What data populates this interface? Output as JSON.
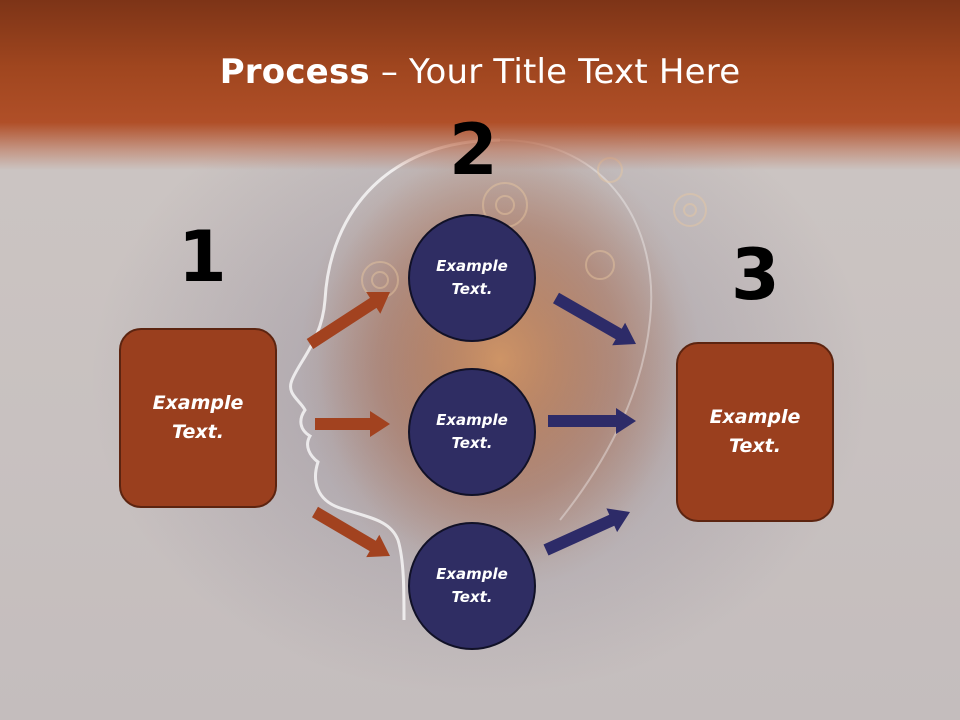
{
  "slide": {
    "title_bold": "Process",
    "title_rest": " – Your Title Text Here",
    "colors": {
      "title_band": "#a0461f",
      "box_fill": "#9a3f1e",
      "circle_fill": "#2f2d63",
      "left_arrows": "#a2421f",
      "right_arrows": "#2d2b68"
    }
  },
  "steps": {
    "one": {
      "number": "1",
      "label_line1": "Example",
      "label_line2": "Text."
    },
    "two": {
      "number": "2"
    },
    "three": {
      "number": "3",
      "label_line1": "Example",
      "label_line2": "Text."
    }
  },
  "circles": [
    {
      "label_line1": "Example",
      "label_line2": "Text."
    },
    {
      "label_line1": "Example",
      "label_line2": "Text."
    },
    {
      "label_line1": "Example",
      "label_line2": "Text."
    }
  ]
}
